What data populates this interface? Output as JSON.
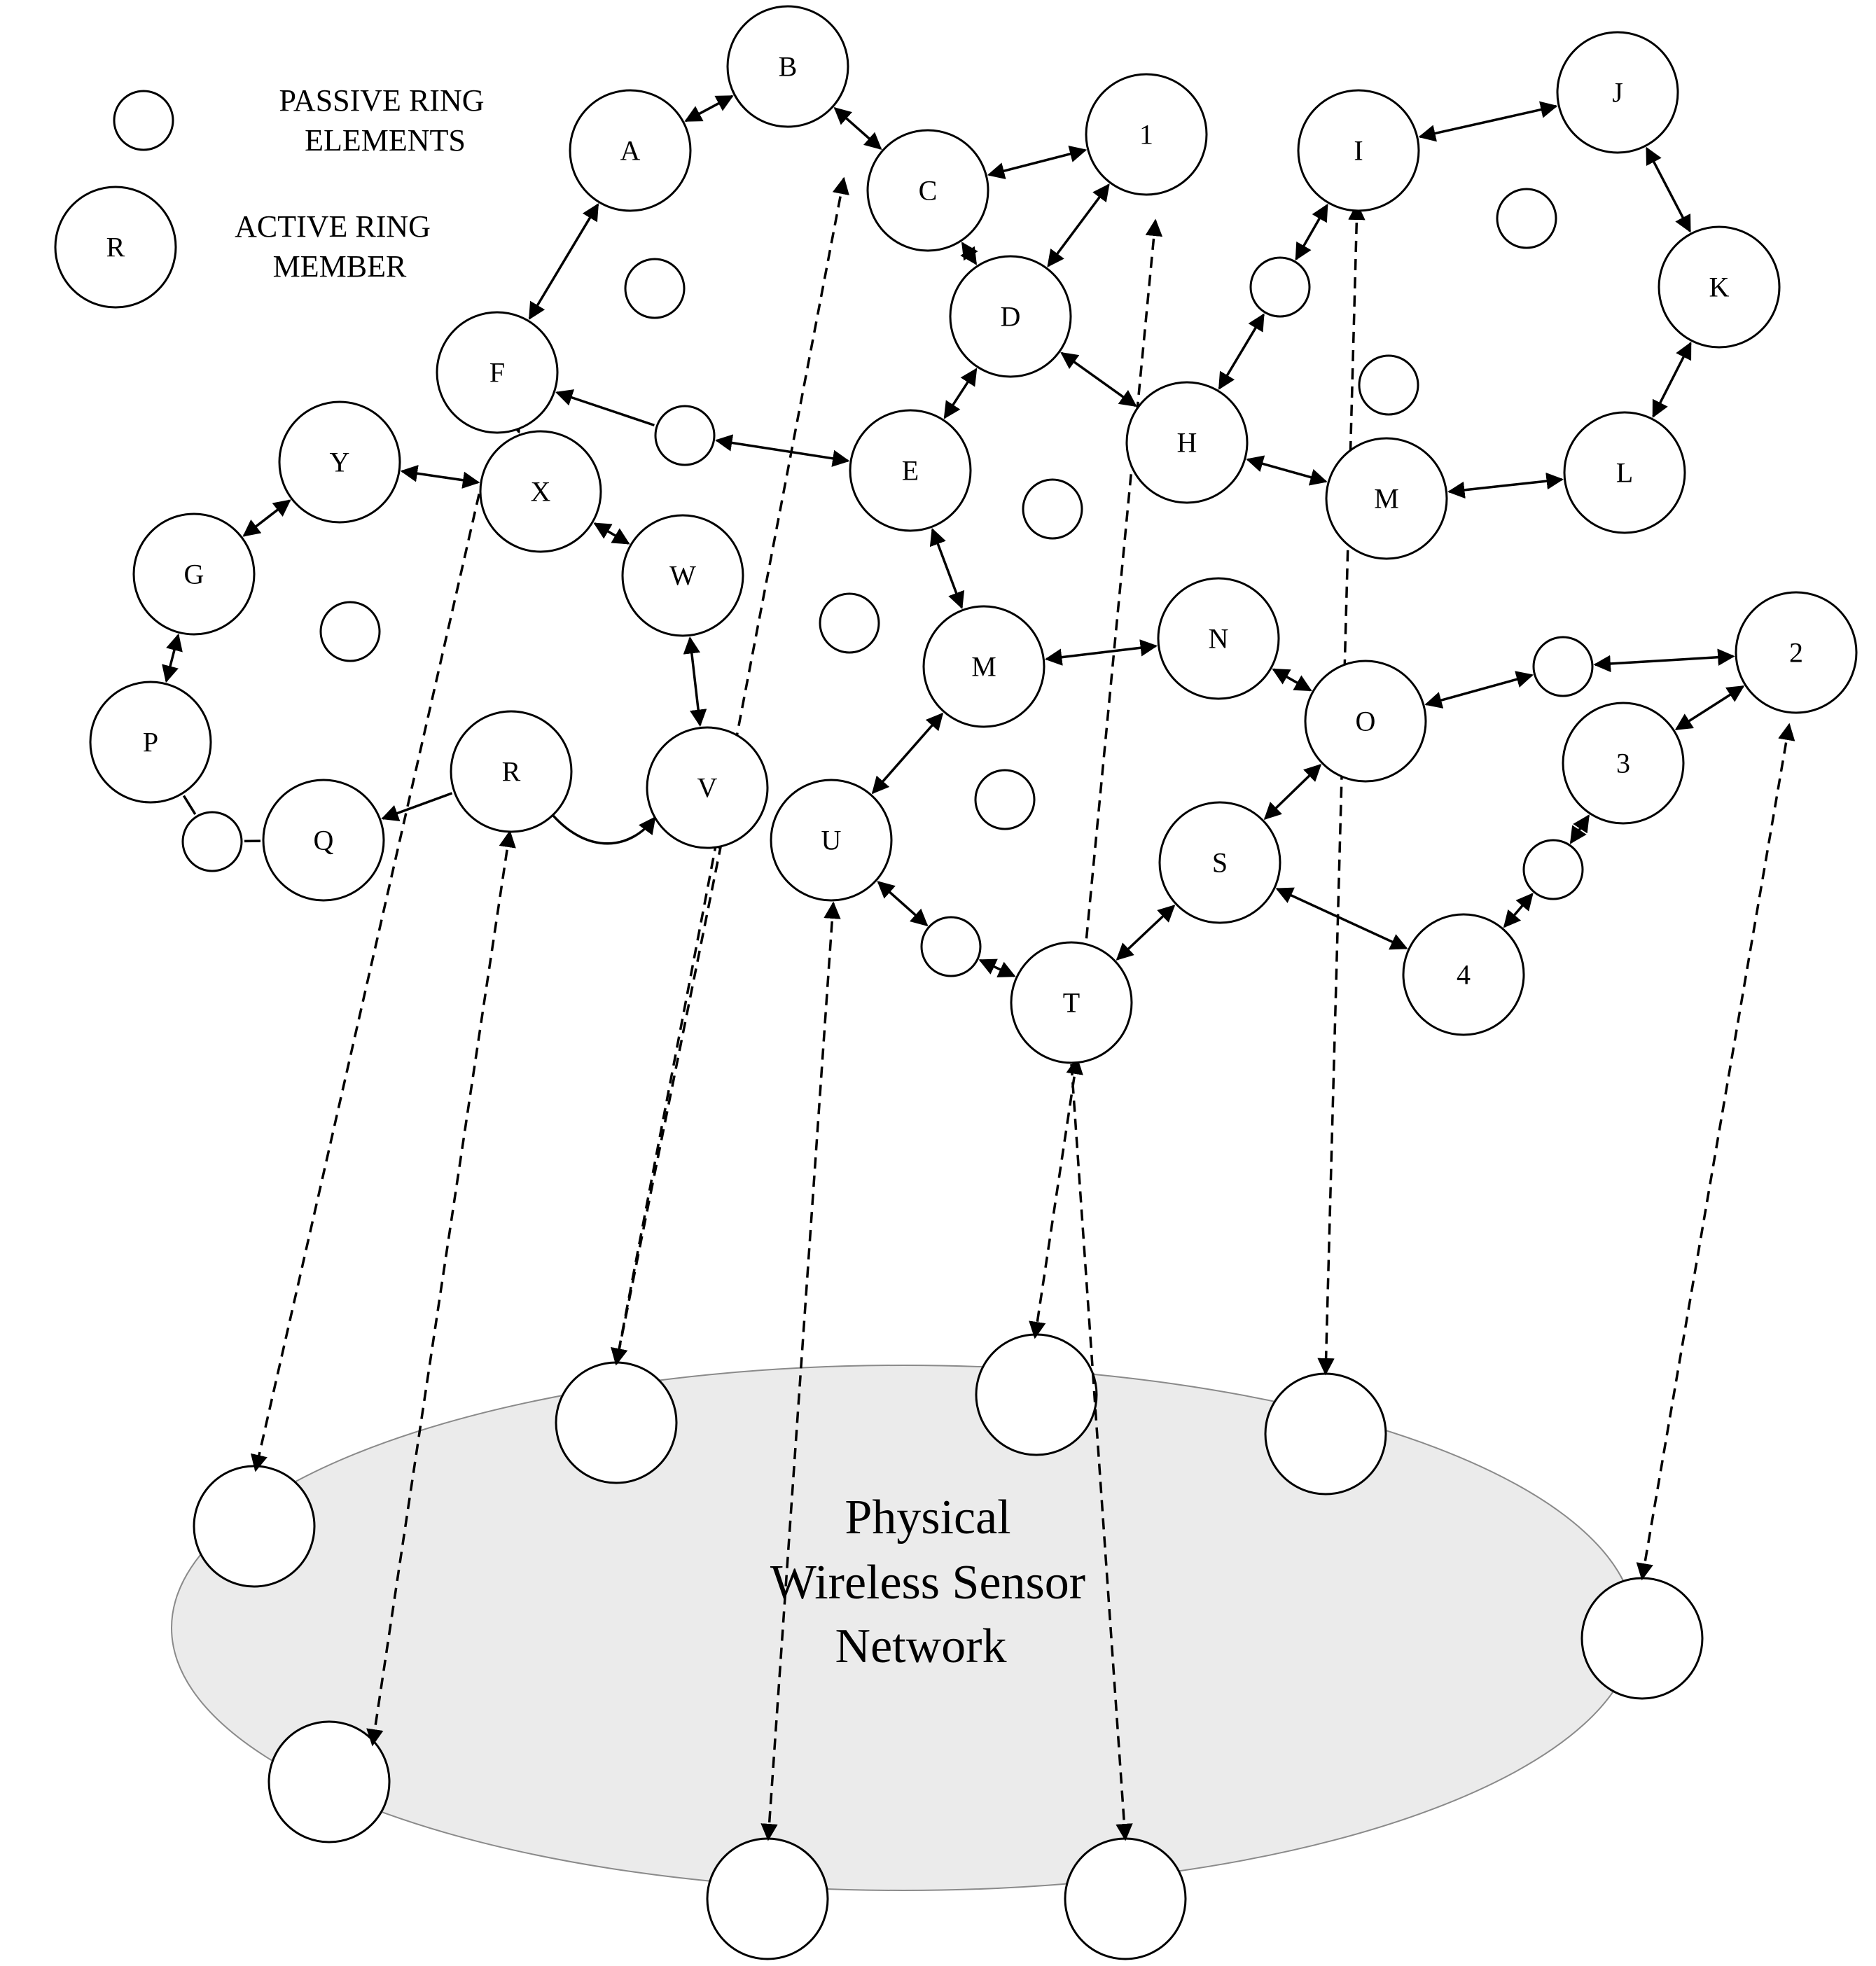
{
  "colors": {
    "line": "#000000",
    "node_fill": "#ffffff",
    "ellipse_fill": "#ebebeb",
    "ellipse_stroke": "#8a8a8a"
  },
  "legend": {
    "passive_line1": "PASSIVE RING",
    "passive_line2": "ELEMENTS",
    "active_symbol": "R",
    "active_line1": "ACTIVE RING",
    "active_line2": "MEMBER"
  },
  "network_label": {
    "line1": "Physical",
    "line2": "Wireless Sensor",
    "line3": "Network"
  },
  "active_nodes": [
    {
      "id": "B",
      "label": "B"
    },
    {
      "id": "A",
      "label": "A"
    },
    {
      "id": "C",
      "label": "C"
    },
    {
      "id": "1",
      "label": "1"
    },
    {
      "id": "I",
      "label": "I"
    },
    {
      "id": "J",
      "label": "J"
    },
    {
      "id": "K",
      "label": "K"
    },
    {
      "id": "L",
      "label": "L"
    },
    {
      "id": "M1",
      "label": "M"
    },
    {
      "id": "H",
      "label": "H"
    },
    {
      "id": "D",
      "label": "D"
    },
    {
      "id": "E",
      "label": "E"
    },
    {
      "id": "F",
      "label": "F"
    },
    {
      "id": "Y",
      "label": "Y"
    },
    {
      "id": "X",
      "label": "X"
    },
    {
      "id": "W",
      "label": "W"
    },
    {
      "id": "G",
      "label": "G"
    },
    {
      "id": "P",
      "label": "P"
    },
    {
      "id": "Q",
      "label": "Q"
    },
    {
      "id": "R",
      "label": "R"
    },
    {
      "id": "V",
      "label": "V"
    },
    {
      "id": "M2",
      "label": "M"
    },
    {
      "id": "N",
      "label": "N"
    },
    {
      "id": "O",
      "label": "O"
    },
    {
      "id": "2",
      "label": "2"
    },
    {
      "id": "3",
      "label": "3"
    },
    {
      "id": "U",
      "label": "U"
    },
    {
      "id": "S",
      "label": "S"
    },
    {
      "id": "4",
      "label": "4"
    },
    {
      "id": "T",
      "label": "T"
    }
  ]
}
